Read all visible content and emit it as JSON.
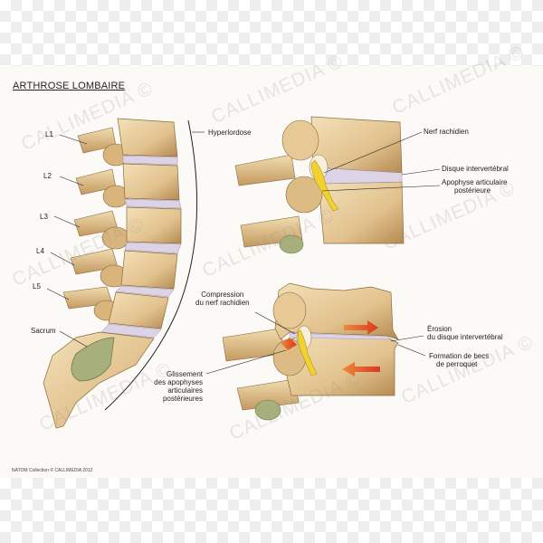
{
  "title": "ARTHROSE LOMBAIRE",
  "vertebra_labels": [
    "L1",
    "L2",
    "L3",
    "L4",
    "L5",
    "Sacrum"
  ],
  "hyperlordose": "Hyperlordose",
  "top_labels": {
    "nerve": "Nerf rachidien",
    "disc": "Disque intervertébral",
    "facet_line1": "Apophyse articulaire",
    "facet_line2": "postérieure"
  },
  "bottom_labels": {
    "compression_line1": "Compression",
    "compression_line2": "du nerf rachidien",
    "erosion_line1": "Érosion",
    "erosion_line2": "du disque intervertébral",
    "becs_line1": "Formation de becs",
    "becs_line2": "de perroquet",
    "glissement_line1": "Glissement",
    "glissement_line2": "des apophyses",
    "glissement_line3": "articulaires",
    "glissement_line4": "postérieures"
  },
  "credit": "NATOM Collection © CALLIMEDIA 2012",
  "watermark": "CALLIMEDIA ©",
  "colors": {
    "bone": "#e9cfa0",
    "bone_dark": "#c9a26a",
    "bone_shadow": "#8a6a3c",
    "disc": "#ddd3e6",
    "nerve": "#f1d230",
    "sacrum_joint": "#a7b07c",
    "arrow": "#e2572c"
  }
}
